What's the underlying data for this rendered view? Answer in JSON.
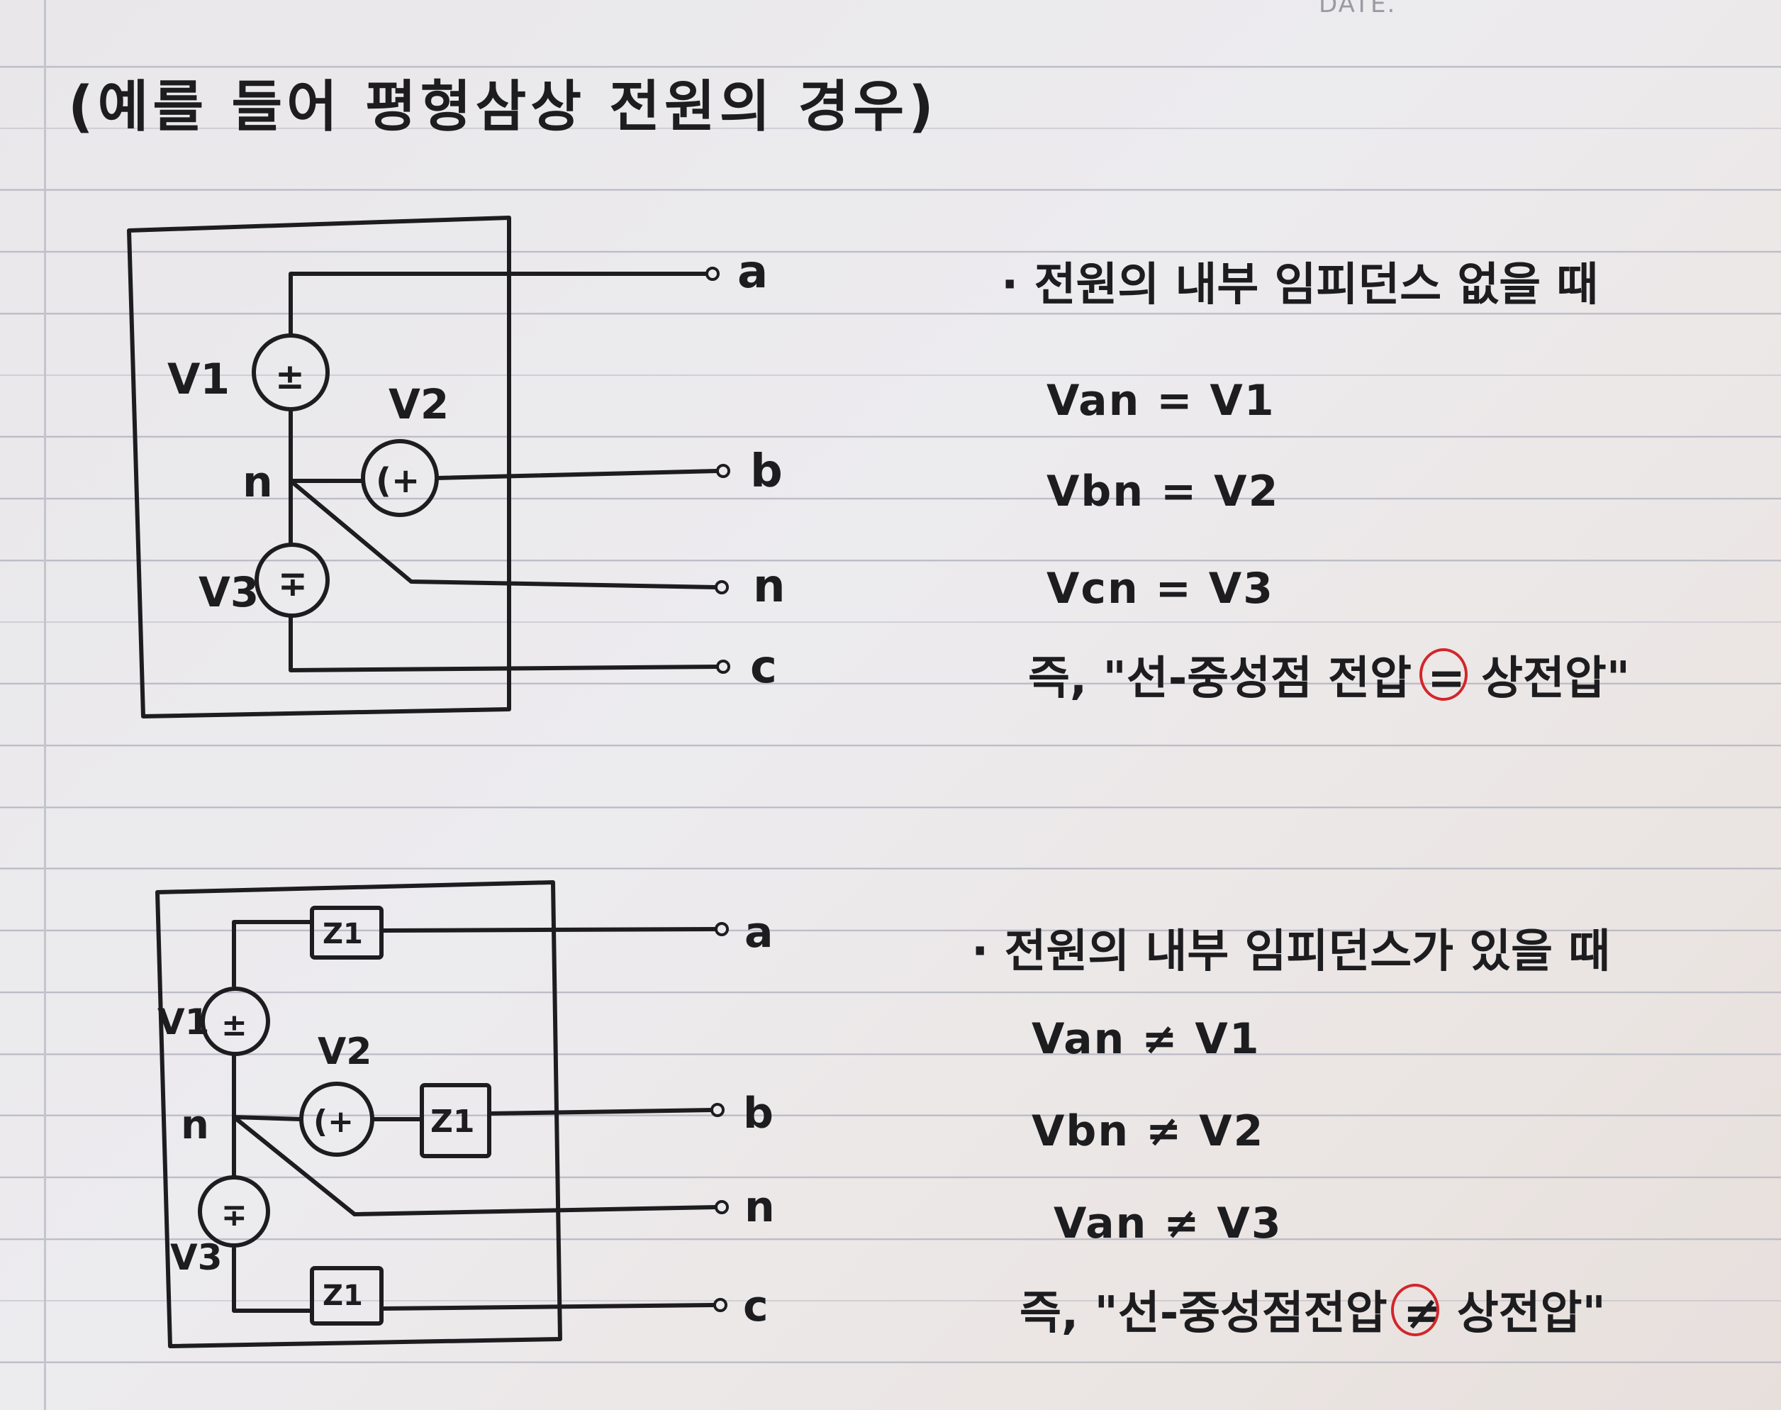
{
  "header": {
    "top_label": "DATE."
  },
  "title": "(예를 들어 평형삼상 전원의 경우)",
  "circuit1": {
    "sources": [
      "V1",
      "V2",
      "V3"
    ],
    "node_label": "n",
    "terminals": [
      "a",
      "b",
      "n",
      "c"
    ],
    "source_marks": {
      "v1": "±",
      "v2": "(+",
      "v3": "∓"
    }
  },
  "circuit2": {
    "sources": [
      "V1",
      "V2",
      "V3"
    ],
    "node_label": "n",
    "terminals": [
      "a",
      "b",
      "n",
      "c"
    ],
    "impedance": "Z1",
    "source_marks": {
      "v1": "±",
      "v2": "(+",
      "v3": "∓"
    }
  },
  "section1": {
    "heading": "· 전원의 내부 임피던스 없을 때",
    "equations": [
      "Van = V1",
      "Vbn = V2",
      "Vcn = V3"
    ],
    "conclusion": "즉, \"선-중성점 전압 = 상전압\"",
    "symbol": "="
  },
  "section2": {
    "heading": "· 전원의 내부 임피던스가 있을 때",
    "equations": [
      "Van ≠ V1",
      "Vbn ≠ V2",
      "Van ≠ V3"
    ],
    "conclusion": "즉, \"선-중성점전압 ≠ 상전압\"",
    "symbol": "≠"
  },
  "colors": {
    "ink": "#1d1d20",
    "highlight": "#d2262b",
    "paper": "#ebe9eb",
    "rule": "#b9b9c4"
  }
}
